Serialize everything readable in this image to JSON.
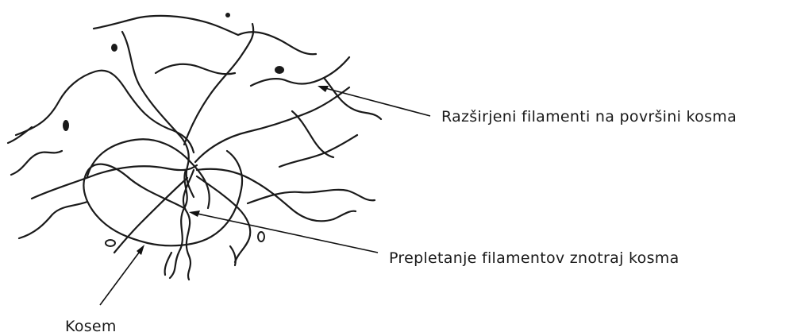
{
  "labels": {
    "surface_filaments": "Razširjeni filamenti na površini kosma",
    "entanglement": "Prepletanje filamentov znotraj kosma",
    "floc": "Kosem"
  }
}
